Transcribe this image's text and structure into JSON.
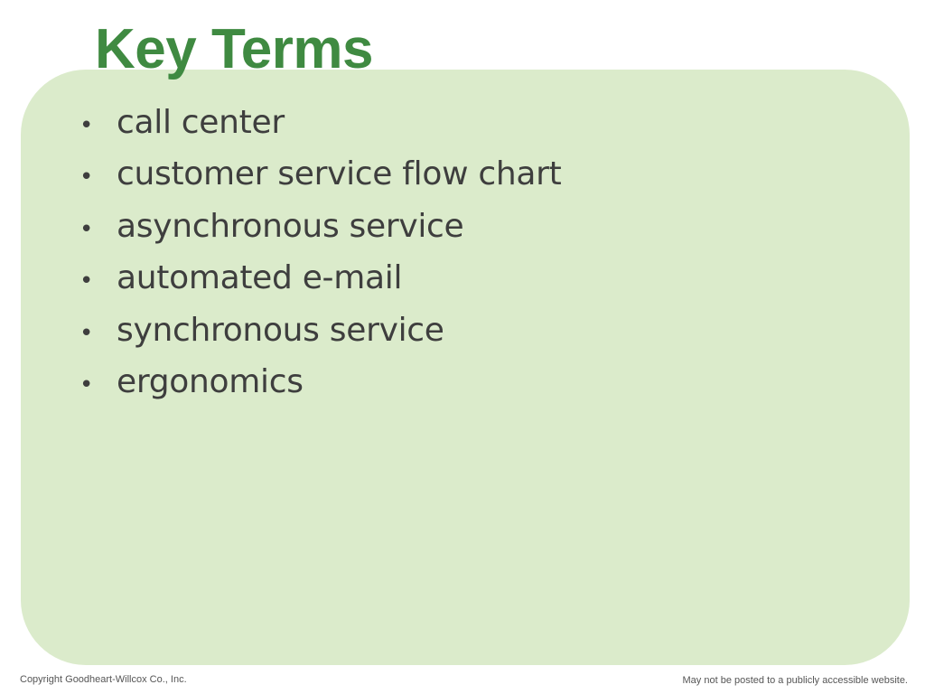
{
  "slide": {
    "title": "Key Terms",
    "terms": [
      "call center",
      "customer service flow chart",
      "asynchronous service",
      "automated e-mail",
      "synchronous service",
      "ergonomics"
    ],
    "bullet_char": "•"
  },
  "footer": {
    "copyright": "Copyright Goodheart-Willcox Co., Inc.",
    "notice": "May not be posted to a publicly accessible website."
  },
  "colors": {
    "title": "#3f8a41",
    "panel": "#dbebcb",
    "text": "#3e3e3e"
  }
}
